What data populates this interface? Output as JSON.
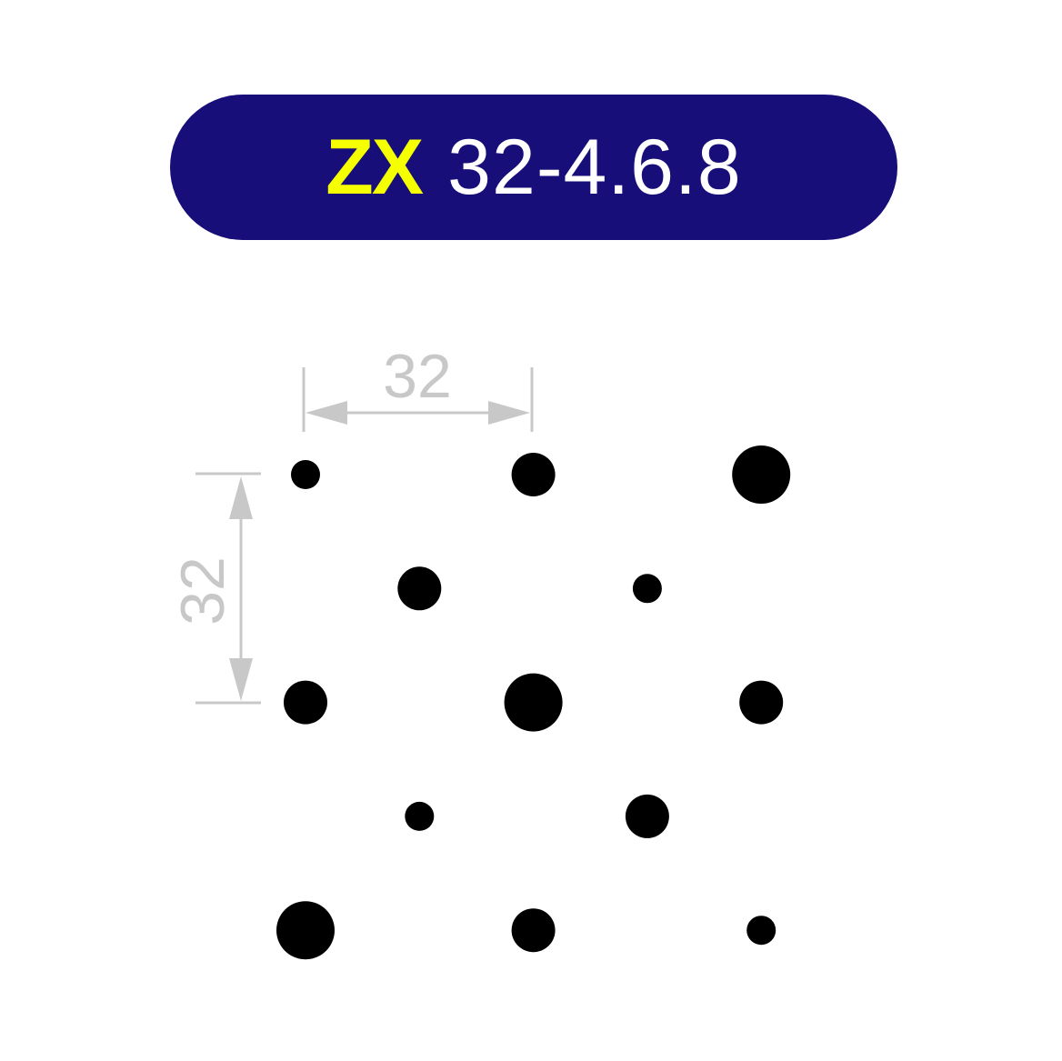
{
  "header": {
    "code": "ZX",
    "spec": "32-4.6.8",
    "background_color": "#170e7a",
    "code_color": "#f5ff00"
  },
  "dimensions": {
    "horizontal_label": "32",
    "vertical_label": "32",
    "color": "#c8c8c8"
  },
  "pattern": {
    "pitch": 32,
    "hole_diameters": [
      4,
      6,
      8
    ],
    "holes": [
      {
        "col": 0,
        "row": 0,
        "d": 4
      },
      {
        "col": 2,
        "row": 0,
        "d": 6
      },
      {
        "col": 4,
        "row": 0,
        "d": 8
      },
      {
        "col": 1,
        "row": 1,
        "d": 6
      },
      {
        "col": 3,
        "row": 1,
        "d": 4
      },
      {
        "col": 0,
        "row": 2,
        "d": 6
      },
      {
        "col": 2,
        "row": 2,
        "d": 8
      },
      {
        "col": 4,
        "row": 2,
        "d": 6
      },
      {
        "col": 1,
        "row": 3,
        "d": 4
      },
      {
        "col": 3,
        "row": 3,
        "d": 6
      },
      {
        "col": 0,
        "row": 4,
        "d": 8
      },
      {
        "col": 2,
        "row": 4,
        "d": 6
      },
      {
        "col": 4,
        "row": 4,
        "d": 4
      }
    ]
  }
}
